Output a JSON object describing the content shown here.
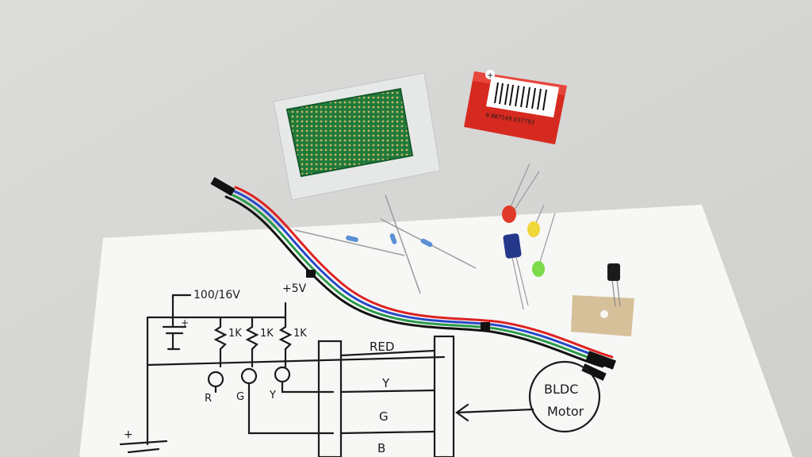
{
  "photo": {
    "subject": "electronics components and hand-drawn LED indicator schematic",
    "schematic": {
      "capacitor_label": "100/16V",
      "supply_label": "+5V",
      "resistor_labels": [
        "1K",
        "1K",
        "1K"
      ],
      "led_labels": [
        "R",
        "G",
        "Y"
      ],
      "wire_labels": [
        "RED",
        "Y",
        "G",
        "B"
      ],
      "battery_plus": "+",
      "cap_plus": "+",
      "motor_label_line1": "BLDC",
      "motor_label_line2": "Motor"
    },
    "battery": {
      "polarity_mark": "+",
      "barcode_digits": "8 887549 037793"
    },
    "colors": {
      "table": "#d9d9d7",
      "paper": "#f7f7f5",
      "pcb": "#1f7a3a",
      "battery_red": "#d62a20",
      "wire_red": "#d22",
      "wire_blue": "#2748c8",
      "wire_green": "#2a9a4a",
      "wire_black": "#111111"
    }
  }
}
